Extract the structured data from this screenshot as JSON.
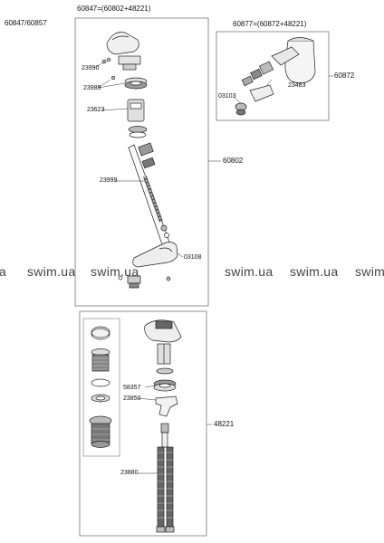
{
  "labels": {
    "top_left": "60847/60857",
    "top_center": "60847=(60802+48221)",
    "top_right": "60877=(60872+48221)",
    "p23990": "23990",
    "p23989": "23989",
    "p23623": "23623",
    "p23999": "23999",
    "p60802": "60802",
    "p03108": "03108",
    "p60872": "60872",
    "p03103": "03103",
    "p23483": "23483",
    "p58357": "58357",
    "p23850": "23850",
    "p48221": "48221",
    "p23880": "23880"
  },
  "watermark": {
    "text": "swim.ua",
    "partial_left": "a",
    "partial_right": "swim"
  }
}
